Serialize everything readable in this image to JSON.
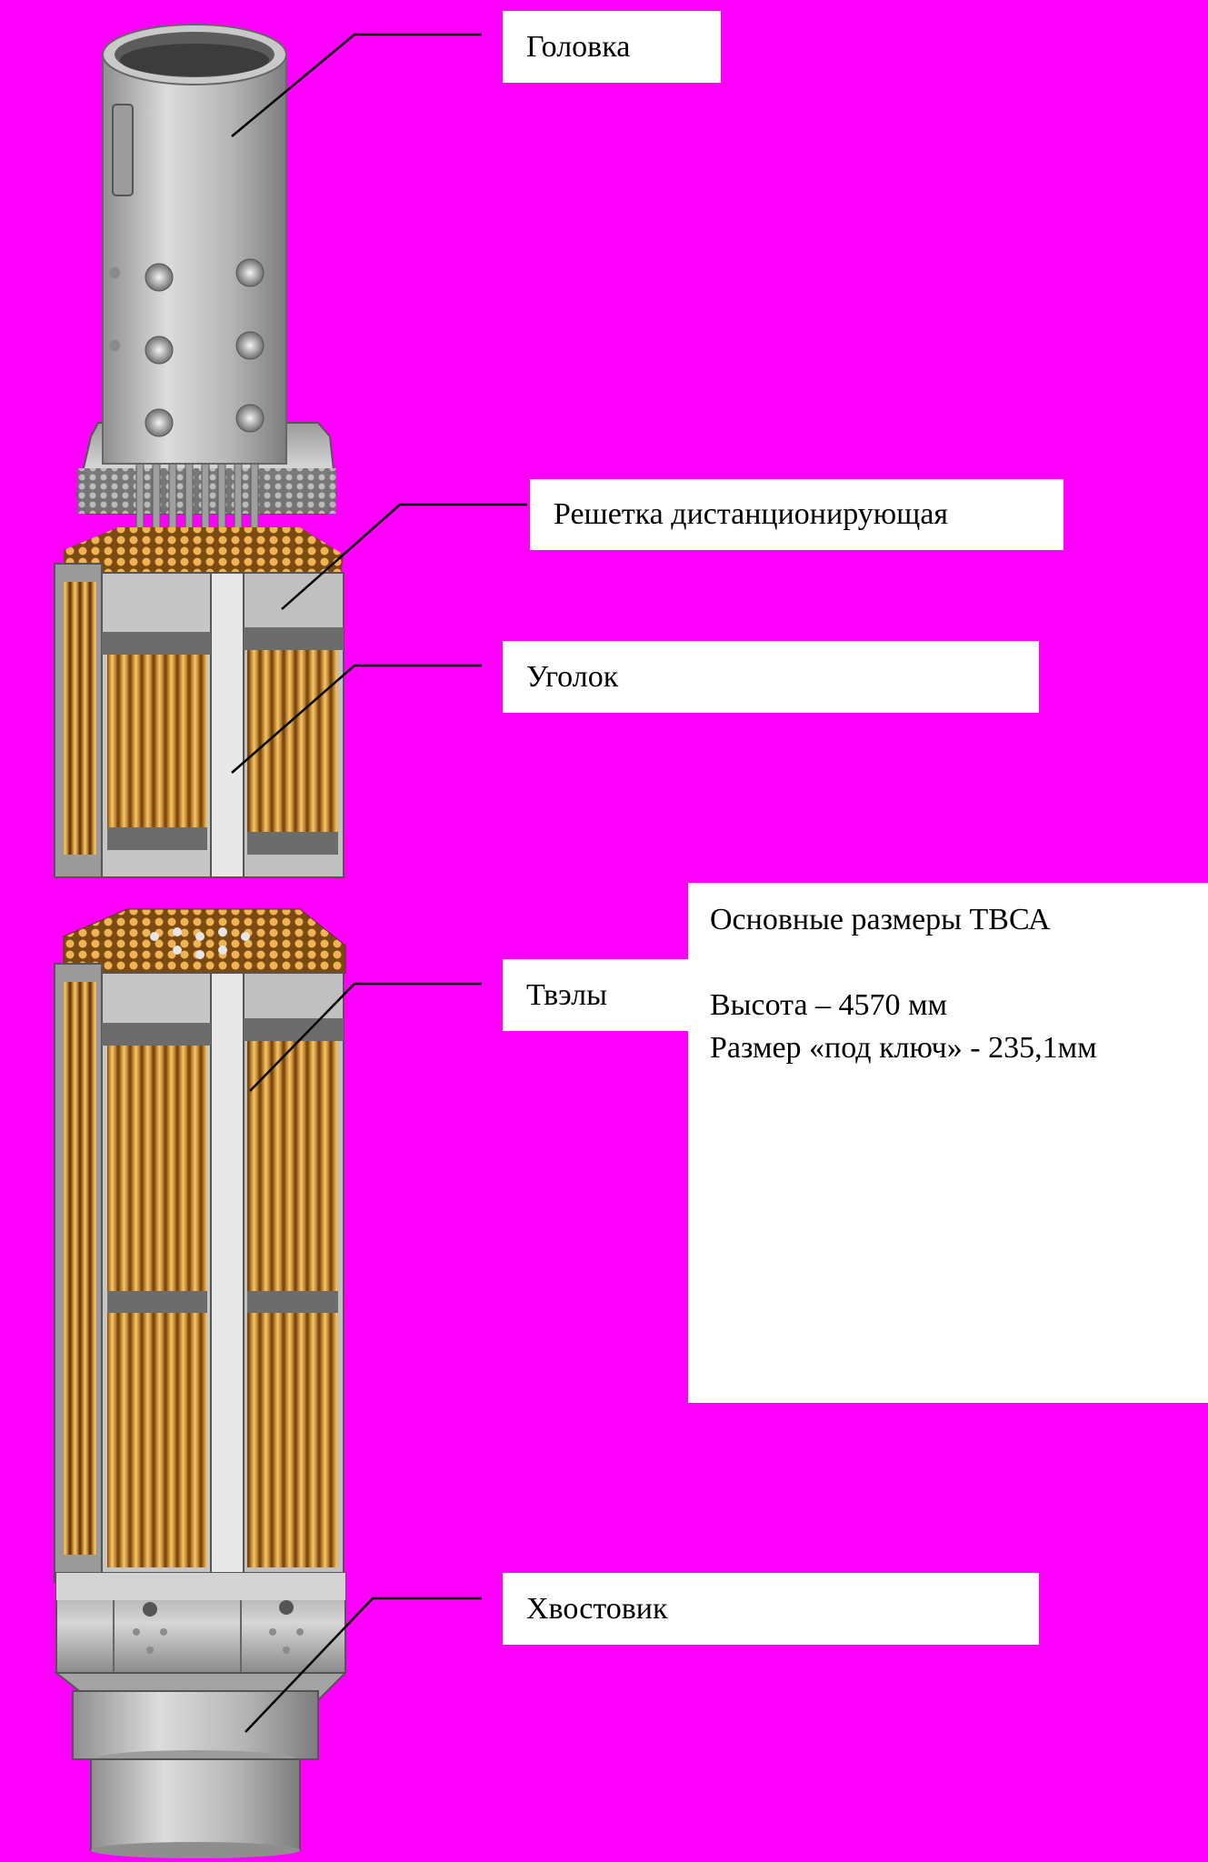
{
  "labels": {
    "head": "Головка",
    "grid": "Решетка дистанционирующая",
    "corner": "Уголок",
    "rods": "Твэлы",
    "tail": "Хвостовик"
  },
  "info": {
    "title": "Основные размеры ТВСА",
    "height": "Высота – 4570 мм",
    "size": "Размер «под ключ» - 235,1мм"
  },
  "colors": {
    "background": "#FF00FF",
    "label_box": "#FFFFFF",
    "steel": "#B7B7B7",
    "fuel_rod": "#E8A63A",
    "leader_line": "#000000"
  }
}
